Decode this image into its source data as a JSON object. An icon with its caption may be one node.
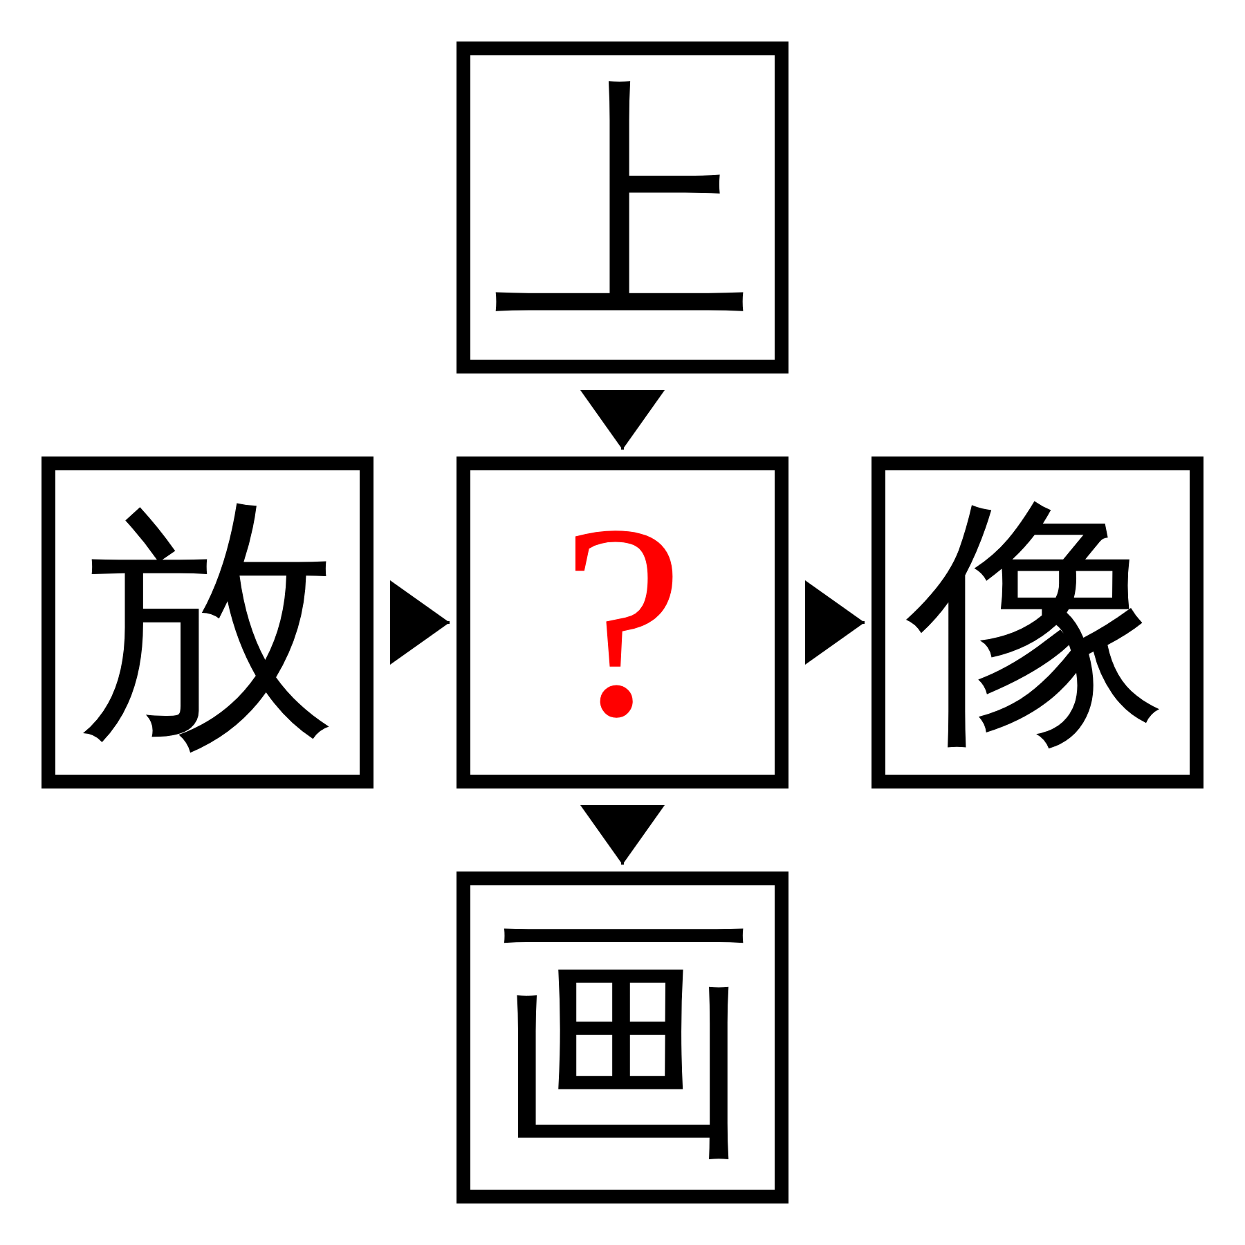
{
  "diagram": {
    "nodes": [
      {
        "text": [
          "上"
        ]
      },
      {
        "text": [
          "放"
        ]
      },
      {
        "text": [
          "?"
        ]
      },
      {
        "text": [
          "像"
        ]
      },
      {
        "text": [
          "画"
        ]
      }
    ],
    "edges": [
      {
        "from": 0,
        "to": 2,
        "arrow": "to"
      },
      {
        "from": 1,
        "to": 2,
        "arrow": "to"
      },
      {
        "from": 2,
        "to": 3,
        "arrow": "to"
      },
      {
        "from": 2,
        "to": 4,
        "arrow": "to"
      }
    ]
  }
}
